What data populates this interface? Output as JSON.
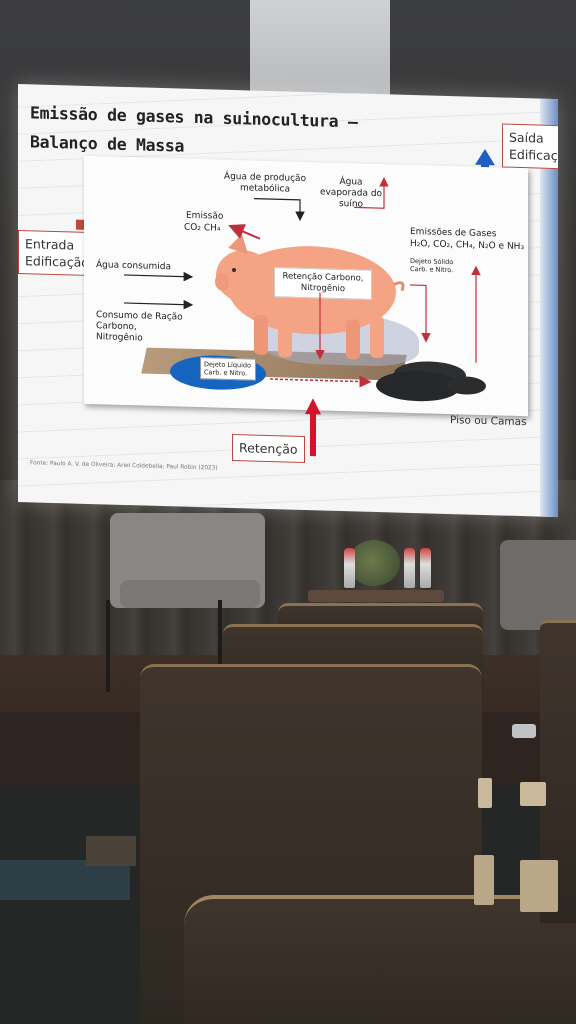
{
  "slide": {
    "title": "Emissão de gases na suinocultura – Balanço de Massa",
    "saida": "Saída Edificação",
    "entrada": "Entrada Edificação",
    "retencao": "Retenção",
    "source": "Fonte: Paulo A. V. de Oliveira; Ariel Coldebella; Paul Robin (2023)",
    "floor": "Piso ou Camas"
  },
  "diagram": {
    "agua_producao": "Água de produção metabólica",
    "agua_evaporada": "Água evaporada do suíno",
    "emissao": "Emissão",
    "emissao_gases": "CO₂ CH₄",
    "emissoes_de_gases": "Emissões de Gases",
    "emissoes_list": "H₂O, CO₂, CH₄, N₂O e NH₃",
    "dejeto_solido": "Dejeto Sólido Carb. e Nitro.",
    "agua_consumida": "Água consumida",
    "consumo_racao": "Consumo de Ração Carbono, Nitrogênio",
    "retencao_box": "Retenção Carbono, Nitrogênio",
    "dejeto_liquido": "Dejeto Líquido Carb. e Nitro."
  },
  "colors": {
    "pig": "#f4a484",
    "arrow_red": "#d4142a",
    "arrow_blue": "#1f5fc4",
    "arrow_entrada": "#c0473a",
    "puddle": "#1565c0",
    "dung": "#262829"
  }
}
